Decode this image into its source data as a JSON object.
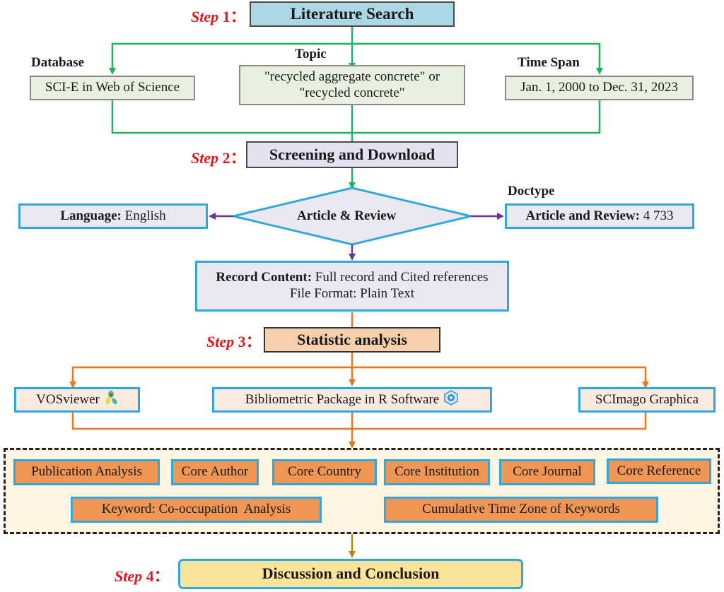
{
  "steps": [
    {
      "prefix": "Step",
      "number": "1",
      "sep": "：",
      "title": "Literature Search"
    },
    {
      "prefix": "Step",
      "number": "2",
      "sep": "：",
      "title": "Screening and Download"
    },
    {
      "prefix": "Step",
      "number": "3",
      "sep": "：",
      "title": "Statistic analysis"
    },
    {
      "prefix": "Step",
      "number": "4",
      "sep": "：",
      "title": "Discussion and Conclusion"
    }
  ],
  "search": {
    "database": {
      "label": "Database",
      "value": "SCI-E in Web of Science"
    },
    "topic": {
      "label": "Topic",
      "line1": "\"recycled aggregate concrete\" or",
      "line2": "\"recycled concrete\""
    },
    "time_span": {
      "label": "Time Span",
      "value": "Jan. 1, 2000 to Dec. 31, 2023"
    }
  },
  "screening": {
    "decision": "Article & Review",
    "language": {
      "key": "Language:",
      "value": " English"
    },
    "doctype": {
      "label": "Doctype",
      "key": "Article and Review:",
      "value": " 4 733"
    },
    "record": {
      "key": "Record Content:",
      "value": " Full record and Cited references",
      "format": "File Format: Plain Text"
    }
  },
  "tools": [
    {
      "name": "VOSviewer",
      "icon": "vosviewer-icon"
    },
    {
      "name": "Bibliometric Package in R Software",
      "icon": "bibliometrix-icon"
    },
    {
      "name": "SCImago Graphica",
      "icon": ""
    }
  ],
  "analyses": {
    "row1": [
      "Publication Analysis",
      "Core Author",
      "Core Country",
      "Core Institution",
      "Core Journal",
      "Core Reference"
    ],
    "row2": [
      "Keyword: Co-occupation  Analysis",
      "Cumulative Time Zone of Keywords"
    ]
  },
  "colors": {
    "green_connector": "#1db45a",
    "purple_connector": "#7030a0",
    "orange_connector": "#e9771f",
    "gold_connector": "#b8860b",
    "step_red": "#e8141a",
    "box_border_blue": "#2fa8dd"
  }
}
